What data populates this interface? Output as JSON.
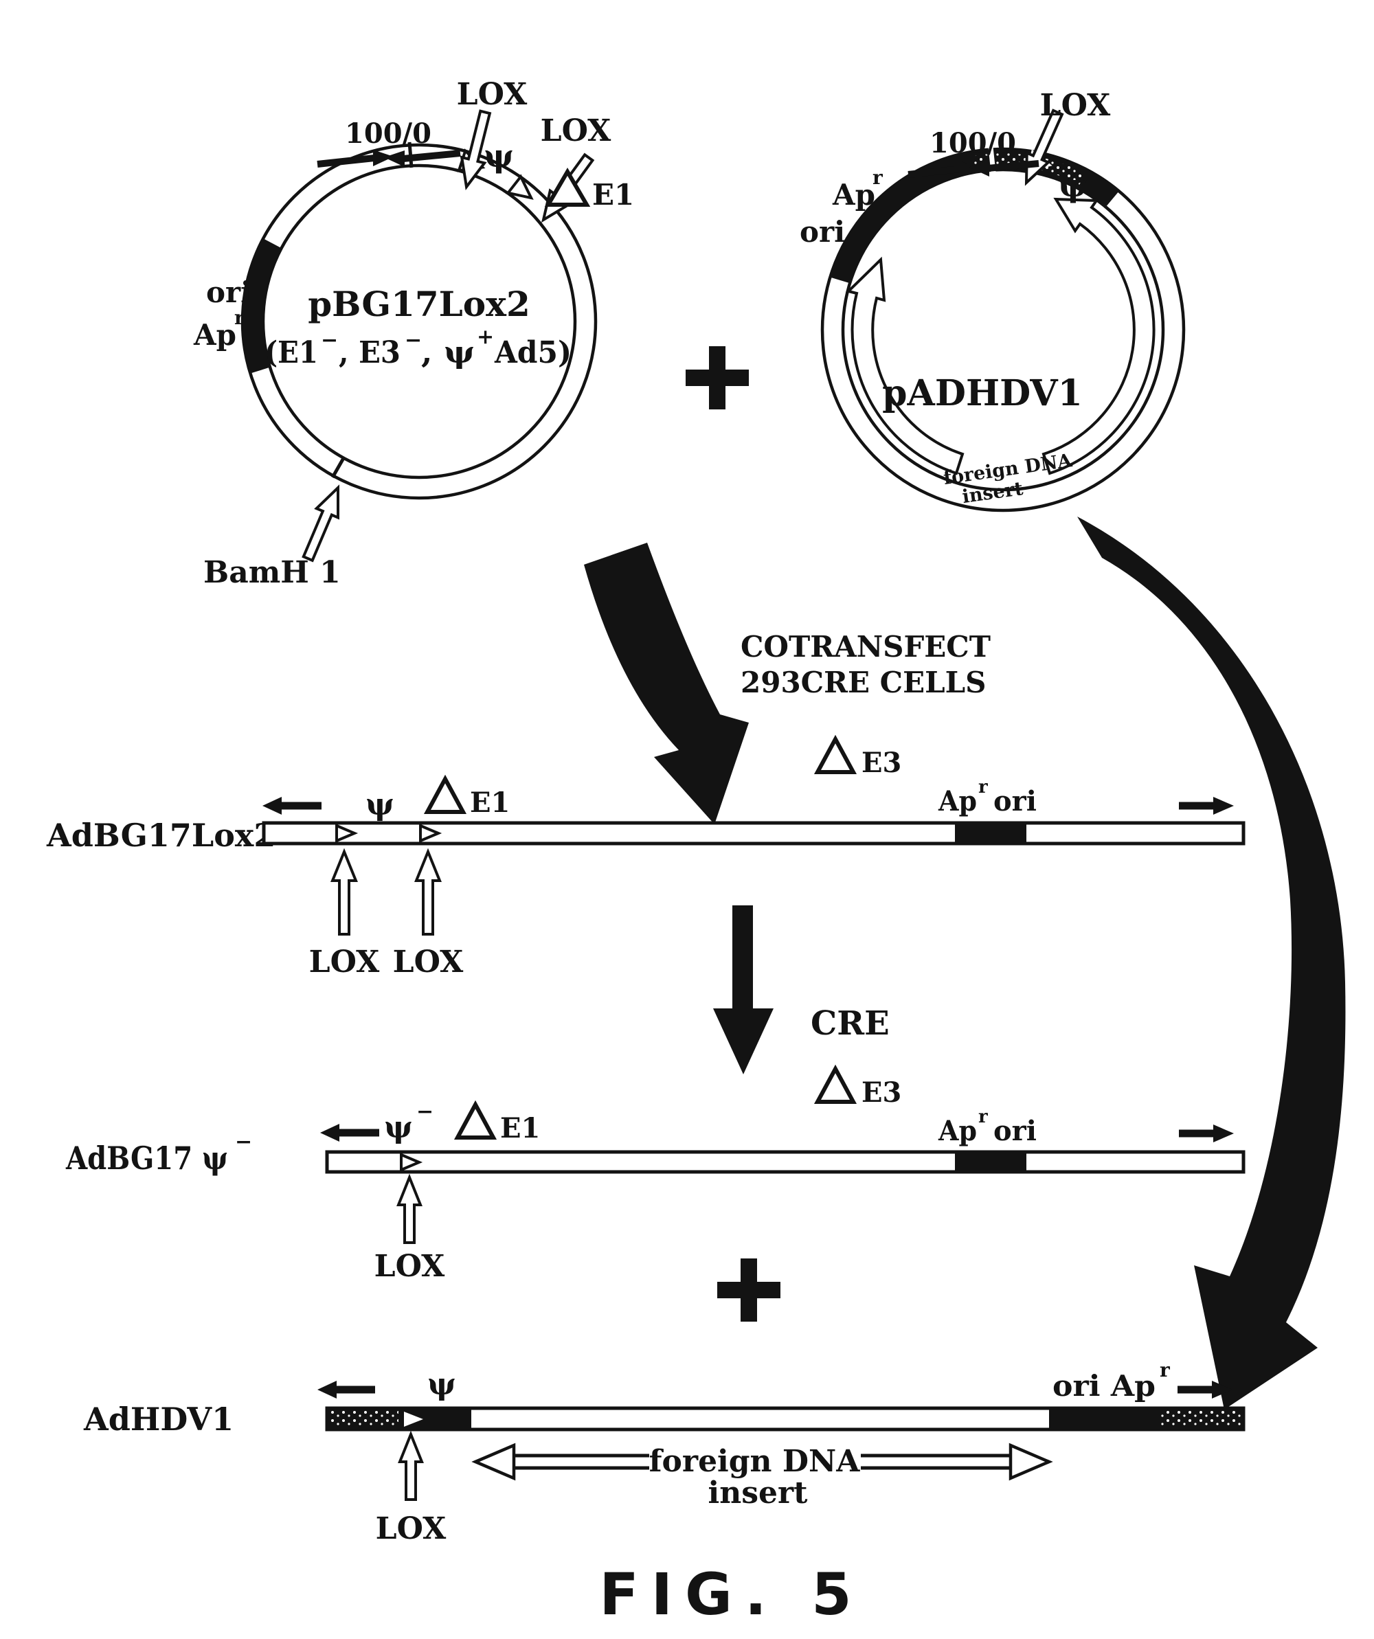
{
  "figure_caption": "FIG. 5",
  "left_plasmid": {
    "name": "pBG17Lox2",
    "genotype": {
      "part1": "(E1",
      "sup1": "−",
      "part2": ", E3",
      "sup2": "−",
      "part3": ", ψ",
      "sup3": "+",
      "part4": "Ad5)"
    },
    "origin_label": "100/0",
    "lox_top": "LOX",
    "lox_right": "LOX",
    "psi": "ψ",
    "e1_label": "E1",
    "ori_label": "ori",
    "ap_label": "Ap",
    "ap_sup": "r",
    "bamh1_label": "BamH 1"
  },
  "right_plasmid": {
    "name": "pADHDV1",
    "origin_label": "100/0",
    "lox": "LOX",
    "psi": "ψ",
    "ap_label": "Ap",
    "ap_sup": "r",
    "ori_label": "ori",
    "insert_line1": "foreign DNA",
    "insert_line2": "insert"
  },
  "cotransfect": {
    "line1": "COTRANSFECT",
    "line2": "293CRE CELLS"
  },
  "cre_label": "CRE",
  "maps": {
    "adbg17lox2": {
      "name": "AdBG17Lox2",
      "psi": "ψ",
      "e1_label": "E1",
      "e3_label": "E3",
      "ap_label": "Ap",
      "ap_sup": "r",
      "ori_label": "ori",
      "lox1": "LOX",
      "lox2": "LOX"
    },
    "adbg17psi": {
      "name": "AdBG17 ψ",
      "name_sup": "−",
      "psi": "ψ",
      "psi_sup": "−",
      "e1_label": "E1",
      "e3_label": "E3",
      "ap_label": "Ap",
      "ap_sup": "r",
      "ori_label": "ori",
      "lox": "LOX"
    },
    "adhdv1": {
      "name": "AdHDV1",
      "psi": "ψ",
      "ori_ap_label": "ori Ap",
      "ori_ap_sup": "r",
      "lox": "LOX",
      "insert_line1": "foreign DNA",
      "insert_line2": "insert"
    }
  }
}
